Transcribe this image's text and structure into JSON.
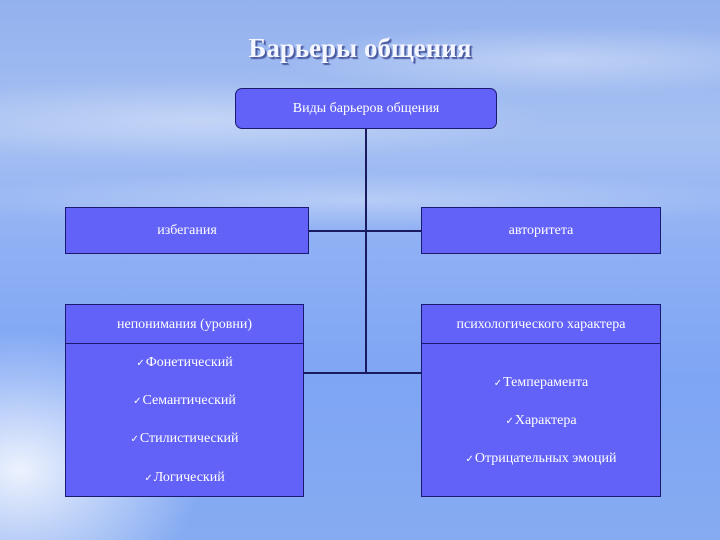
{
  "slide": {
    "title": "Барьеры общения"
  },
  "diagram": {
    "root": {
      "label": "Виды барьеров общения"
    },
    "nodes": {
      "avoidance": {
        "label": "избегания"
      },
      "authority": {
        "label": "авторитета"
      },
      "misunderstanding": {
        "label": "непонимания (уровни)",
        "items": [
          "Фонетический",
          "Семантический",
          "Стилистический",
          "Логический"
        ]
      },
      "psychological": {
        "label": "психологического характера",
        "items": [
          "Темперамента",
          "Характера",
          "Отрицательных эмоций"
        ]
      }
    },
    "bullet_icon": "✓",
    "colors": {
      "box_fill": "#6262f8",
      "box_border": "#1a1a70",
      "connector": "#1a1a60",
      "text": "#ffffff"
    }
  }
}
